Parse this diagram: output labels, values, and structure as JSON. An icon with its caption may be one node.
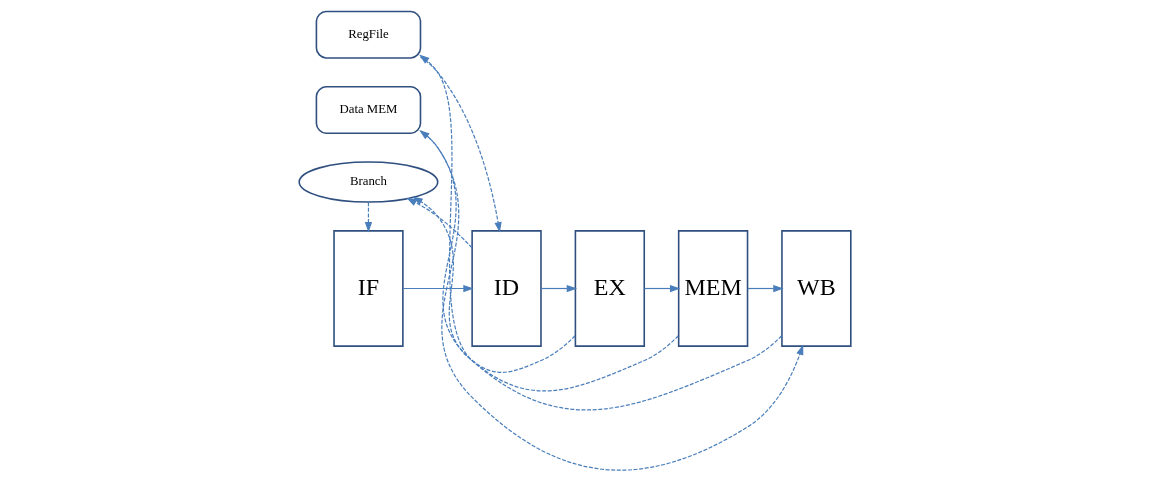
{
  "diagram": {
    "nodes": [
      {
        "text": [
          "RegFile"
        ]
      },
      {
        "text": [
          "IF"
        ]
      },
      {
        "text": [
          "ID"
        ]
      },
      {
        "text": [
          "EX"
        ]
      },
      {
        "text": [
          "MEM"
        ]
      },
      {
        "text": [
          "WB"
        ]
      },
      {
        "text": [
          "Branch"
        ]
      },
      {
        "text": [
          "Data MEM"
        ]
      }
    ],
    "edges": [
      {
        "from": 1,
        "to": 2,
        "arrow": "to"
      },
      {
        "from": 2,
        "to": 3,
        "arrow": "to"
      },
      {
        "from": 3,
        "to": 4,
        "arrow": "to"
      },
      {
        "from": 4,
        "to": 5,
        "arrow": "to"
      },
      {
        "from": 5,
        "to": 0,
        "arrow": "to",
        "style": "dashed"
      },
      {
        "from": 0,
        "to": 2,
        "arrow": "to",
        "style": "dashed"
      },
      {
        "from": 2,
        "to": 6,
        "arrow": "to",
        "style": "dashed"
      },
      {
        "from": 3,
        "to": 6,
        "arrow": "to",
        "style": "dashed"
      },
      {
        "from": 6,
        "to": 1,
        "arrow": "to",
        "style": "dashed"
      },
      {
        "from": 4,
        "to": 7,
        "arrow": "to",
        "style": "dashed"
      },
      {
        "from": 7,
        "to": 5,
        "arrow": "to",
        "style": "dashed"
      }
    ]
  }
}
